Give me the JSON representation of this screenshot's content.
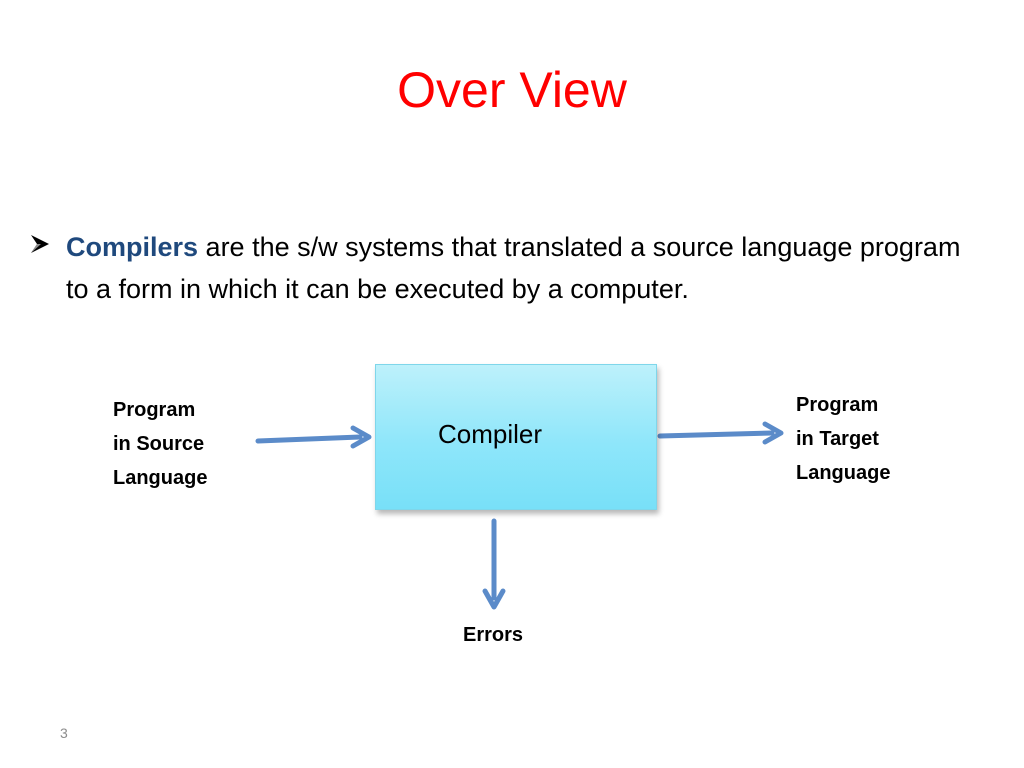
{
  "slide": {
    "title": "Over View",
    "page_number": "3"
  },
  "bullet": {
    "icon": "arrow-bullet-icon",
    "term": "Compilers",
    "text": " are the s/w systems that translated a source language program to a form in which it can be executed by a computer."
  },
  "diagram": {
    "box_label": "Compiler",
    "input_label_lines": [
      "Program",
      "in Source",
      "Language"
    ],
    "output_label_lines": [
      "Program",
      "in Target",
      "Language"
    ],
    "errors_label": "Errors"
  },
  "colors": {
    "title": "#ff0000",
    "term": "#1f497d",
    "arrow": "#5b8bc9",
    "box_fill": "#8ee6fa"
  }
}
